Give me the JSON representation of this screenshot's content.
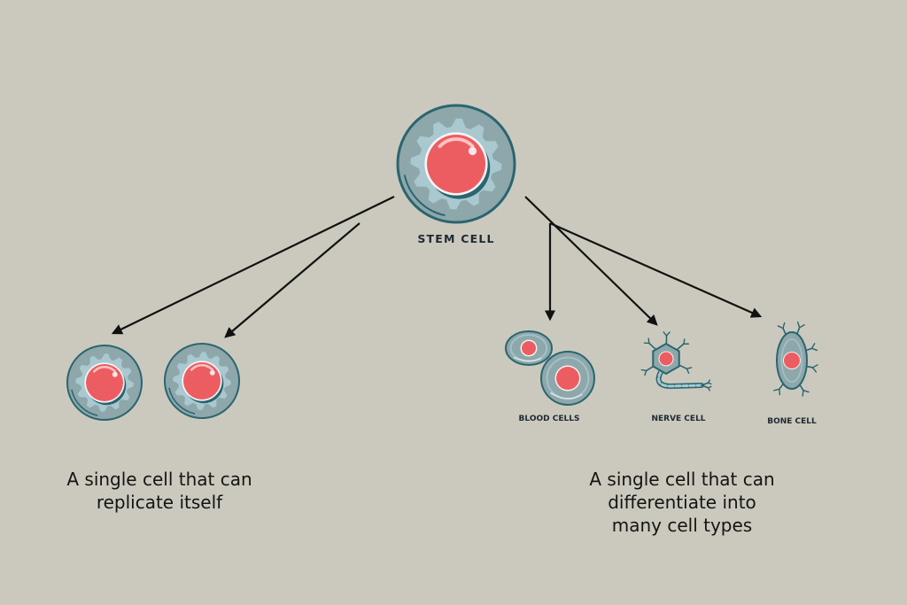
{
  "colors": {
    "background": "#cbc9bd",
    "cell_body": "#8ea7aa",
    "cell_outline": "#2a6570",
    "gear": "#a9c8d0",
    "nucleus": "#ec5d62",
    "nucleus_highlight": "#ffc4c2",
    "arrow": "#111111",
    "label_text": "#1c2a33"
  },
  "labels": {
    "stem_cell": "STEM CELL",
    "blood_cells": "BLOOD CELLS",
    "nerve_cell": "NERVE CELL",
    "bone_cell": "BONE CELL"
  },
  "captions": {
    "left": [
      "A single cell that can",
      "replicate itself"
    ],
    "right": [
      "A single cell that can",
      "differentiate into",
      "many cell types"
    ]
  },
  "icons": {
    "stem": "stem-cell-icon",
    "replica": "replicated-stem-cell-icon",
    "blood": "blood-cell-icon",
    "nerve": "nerve-cell-icon",
    "bone": "bone-cell-icon"
  }
}
